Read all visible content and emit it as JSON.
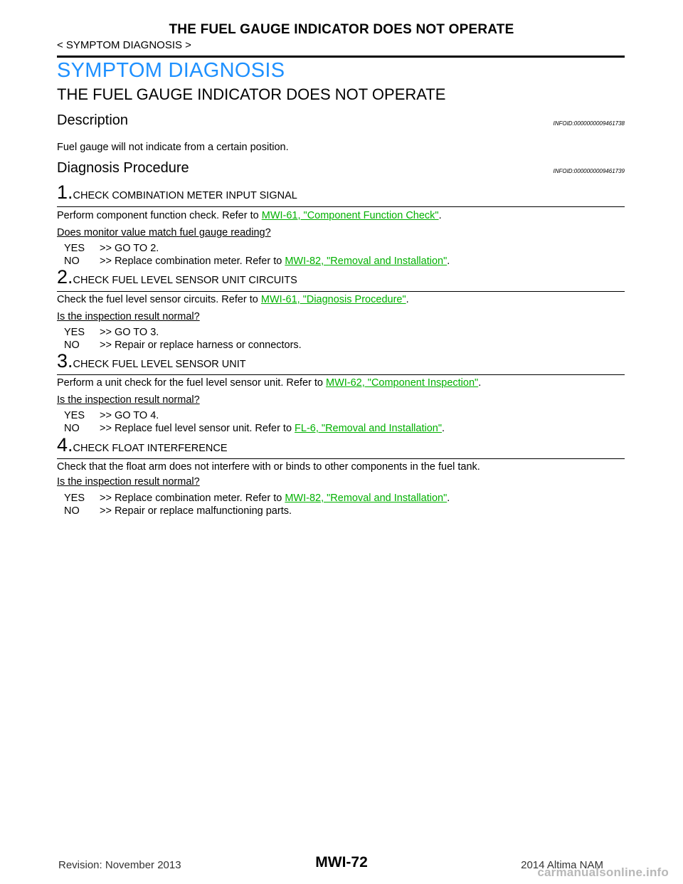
{
  "header": {
    "title": "THE FUEL GAUGE INDICATOR DOES NOT OPERATE",
    "breadcrumb": "< SYMPTOM DIAGNOSIS >"
  },
  "section_heading": "SYMPTOM DIAGNOSIS",
  "main_heading": "THE FUEL GAUGE INDICATOR DOES NOT OPERATE",
  "description": {
    "heading": "Description",
    "infoid": "INFOID:0000000009461738",
    "text": "Fuel gauge will not indicate from a certain position."
  },
  "procedure": {
    "heading": "Diagnosis Procedure",
    "infoid": "INFOID:0000000009461739",
    "steps": [
      {
        "num": "1.",
        "title": "CHECK COMBINATION METER INPUT SIGNAL",
        "instruction_pre": "Perform component function check. Refer to ",
        "instruction_link": "MWI-61, \"Component Function Check\"",
        "instruction_post": ".",
        "question": "Does monitor value match fuel gauge reading?",
        "yes_key": "YES",
        "yes_pre": ">> GO TO 2.",
        "yes_link": "",
        "yes_post": "",
        "no_key": "NO",
        "no_pre": ">> Replace combination meter. Refer to ",
        "no_link": "MWI-82, \"Removal and Installation\"",
        "no_post": "."
      },
      {
        "num": "2.",
        "title": "CHECK FUEL LEVEL SENSOR UNIT CIRCUITS",
        "instruction_pre": "Check the fuel level sensor circuits. Refer to ",
        "instruction_link": "MWI-61, \"Diagnosis  Procedure\"",
        "instruction_post": ".",
        "question": "Is the inspection result normal?",
        "yes_key": "YES",
        "yes_pre": ">> GO TO 3.",
        "yes_link": "",
        "yes_post": "",
        "no_key": "NO",
        "no_pre": ">> Repair or replace harness or connectors.",
        "no_link": "",
        "no_post": ""
      },
      {
        "num": "3.",
        "title": "CHECK FUEL LEVEL SENSOR UNIT",
        "instruction_pre": "Perform a unit check for the fuel level sensor unit. Refer to ",
        "instruction_link": "MWI-62, \"Component Inspection\"",
        "instruction_post": ".",
        "question": "Is the inspection result normal?",
        "yes_key": "YES",
        "yes_pre": ">> GO TO 4.",
        "yes_link": "",
        "yes_post": "",
        "no_key": "NO",
        "no_pre": ">> Replace fuel level sensor unit. Refer to ",
        "no_link": "FL-6, \"Removal and Installation\"",
        "no_post": "."
      },
      {
        "num": "4.",
        "title": "CHECK FLOAT INTERFERENCE",
        "instruction_pre": "Check that the float arm does not interfere with or binds to other components in the fuel tank.",
        "instruction_link": "",
        "instruction_post": "",
        "question": "Is the inspection result normal?",
        "yes_key": "YES",
        "yes_pre": ">> Replace combination meter. Refer to ",
        "yes_link": "MWI-82, \"Removal and Installation\"",
        "yes_post": ".",
        "no_key": "NO",
        "no_pre": ">> Repair or replace malfunctioning parts.",
        "no_link": "",
        "no_post": ""
      }
    ]
  },
  "footer": {
    "revision": "Revision: November 2013",
    "page": "MWI-72",
    "model": "2014 Altima NAM",
    "watermark": "carmanualsonline.info"
  },
  "colors": {
    "section_heading": "#1e90ff",
    "link": "#00b000"
  }
}
